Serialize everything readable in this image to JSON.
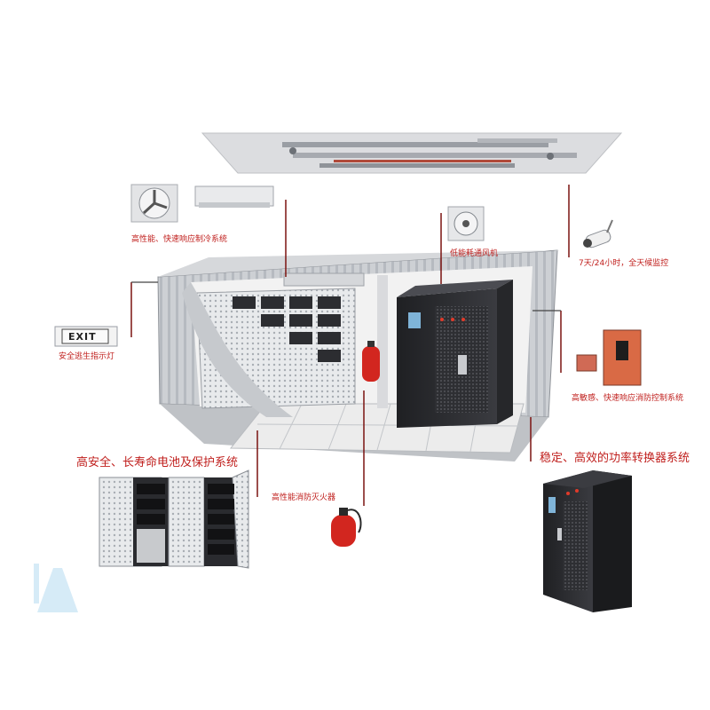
{
  "labels": {
    "cooling": "高性能、快速响应制冷系统",
    "ventilation": "低能耗通风机",
    "monitoring": "7天/24小时，全天候监控",
    "exit_light": "安全逃生指示灯",
    "fire_control": "高敏感、快速响应消防控制系统",
    "battery": "高安全、长寿命电池及保护系统",
    "extinguisher": "高性能消防灭火器",
    "pcs": "稳定、高效的功率转换器系统"
  },
  "signs": {
    "exit": "EXIT"
  },
  "colors": {
    "label": "#c0201e",
    "container": "#c9ccd0",
    "cabinet_dark": "#2b2c30",
    "floor": "#e9e9e9",
    "extinguisher": "#d2261f"
  }
}
